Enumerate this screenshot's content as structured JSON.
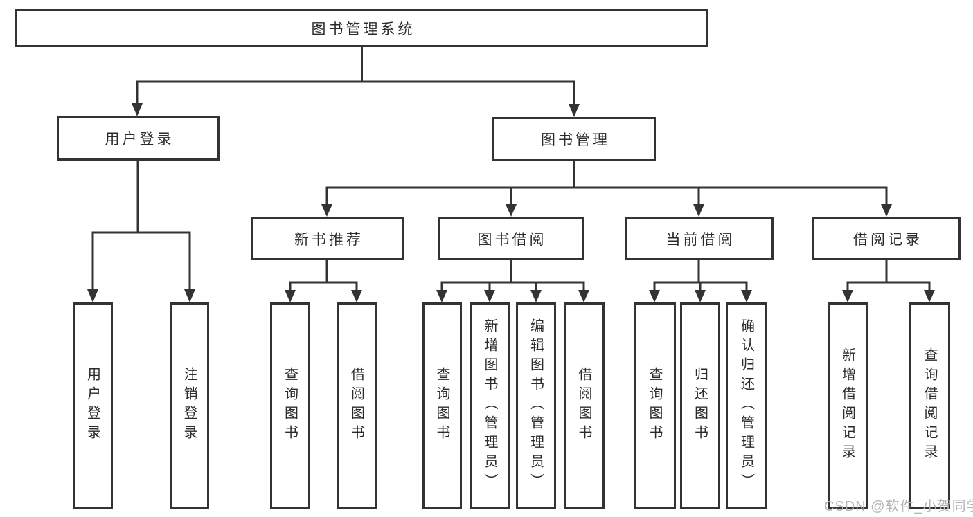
{
  "diagram": {
    "root": {
      "label": "图书管理系统"
    },
    "branches": [
      {
        "label": "用户登录",
        "children": [
          {
            "label": "用户登录"
          },
          {
            "label": "注销登录"
          }
        ]
      },
      {
        "label": "图书管理",
        "children": [
          {
            "label": "新书推荐",
            "children": [
              {
                "label": "查询图书"
              },
              {
                "label": "借阅图书"
              }
            ]
          },
          {
            "label": "图书借阅",
            "children": [
              {
                "label": "查询图书"
              },
              {
                "label": "新增图书（管理员）"
              },
              {
                "label": "编辑图书（管理员）"
              },
              {
                "label": "借阅图书"
              }
            ]
          },
          {
            "label": "当前借阅",
            "children": [
              {
                "label": "查询图书"
              },
              {
                "label": "归还图书"
              },
              {
                "label": "确认归还（管理员）"
              }
            ]
          },
          {
            "label": "借阅记录",
            "children": [
              {
                "label": "新增借阅记录"
              },
              {
                "label": "查询借阅记录"
              }
            ]
          }
        ]
      }
    ]
  },
  "watermark": {
    "text": "CSDN @软件_小贺同学",
    "color": "#b5b5b5"
  },
  "colors": {
    "line": "#333333",
    "box_border": "#333333",
    "text": "#2b2b2b",
    "background": "#ffffff"
  }
}
